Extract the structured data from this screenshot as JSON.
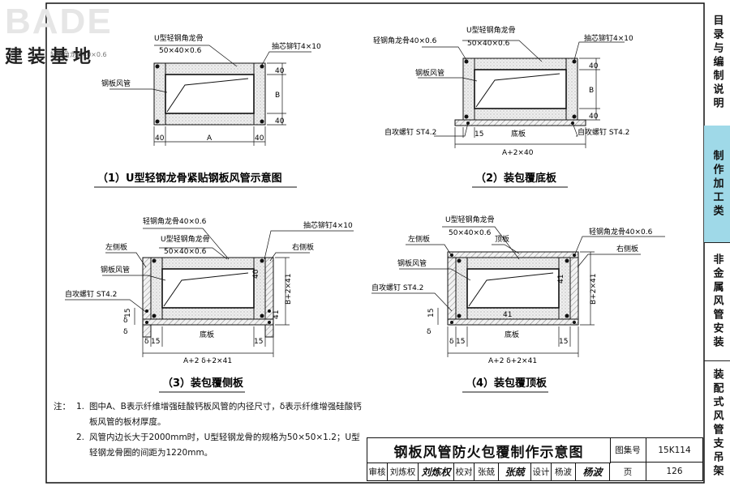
{
  "logo": {
    "text": "BADE",
    "subtitle": "建装基地"
  },
  "sidebar": [
    {
      "label": "目录与编制说明",
      "active": false
    },
    {
      "label": "制作加工类",
      "active": true
    },
    {
      "label": "非金属风管安装",
      "active": false
    },
    {
      "label": "装配式风管支吊架",
      "active": false
    }
  ],
  "figures": {
    "fig1": {
      "caption": "（1）U型轻钢龙骨紧贴钢板风管示意图",
      "labels": {
        "u_keel": "U型轻钢角龙骨",
        "u_keel_size": "50×40×0.6",
        "rivet": "抽芯铆钉4×10",
        "keel_small": "轻钢角龙骨40×0.6",
        "steel_duct": "钢板风管"
      },
      "dims": {
        "d40": "40",
        "dA": "A",
        "dB": "B"
      }
    },
    "fig2": {
      "caption": "（2）装包覆底板",
      "labels": {
        "keel_small": "轻钢角龙骨40×0.6",
        "u_keel": "U型轻钢角龙骨",
        "u_keel_size": "50×40×0.6",
        "rivet": "抽芯铆钉4×10",
        "steel_duct": "钢板风管",
        "screw": "自攻螺钉 ST4.2",
        "bottom": "底板"
      },
      "dims": {
        "d40": "40",
        "d15": "15",
        "dB": "B",
        "dA40": "A+2×40"
      }
    },
    "fig3": {
      "caption": "（3）装包覆侧板",
      "labels": {
        "keel_small": "轻钢角龙骨40×0.6",
        "u_keel": "U型轻钢角龙骨",
        "u_keel_size": "50×40×0.6",
        "rivet": "抽芯铆钉4×10",
        "left_side": "左侧板",
        "right_side": "右侧板",
        "steel_duct": "钢板风管",
        "screw": "自攻螺钉 ST4.2",
        "bottom": "底板"
      },
      "dims": {
        "d40": "40",
        "d15": "15",
        "d41": "41",
        "delta": "δ",
        "dB41": "B+2×41",
        "dAd": "A+2 δ+2×41"
      }
    },
    "fig4": {
      "caption": "（4）装包覆顶板",
      "labels": {
        "u_keel": "U型轻钢角龙骨",
        "u_keel_size": "50×40×0.6",
        "keel_small": "轻钢角龙骨40×0.6",
        "left_side": "左侧板",
        "top": "顶板",
        "right_side": "右侧板",
        "steel_duct": "钢板风管",
        "screw": "自攻螺钉 ST4.2",
        "bottom": "底板"
      },
      "dims": {
        "d41": "41",
        "d15": "15",
        "delta": "δ",
        "dB41": "B+2×41",
        "dAd": "A+2 δ+2×41"
      }
    }
  },
  "notes": {
    "prefix": "注：",
    "items": [
      {
        "num": "1.",
        "text": "图中A、B表示纤维增强硅酸钙板风管的内径尺寸，δ表示纤维增强硅酸钙板风管的板材厚度。"
      },
      {
        "num": "2.",
        "text": "风管内边长大于2000mm时，U型轻钢龙骨的规格为50×50×1.2；U型轻钢龙骨圈的间距为1220mm。"
      }
    ]
  },
  "title_block": {
    "title": "钢板风管防火包覆制作示意图",
    "atlas_label": "图集号",
    "atlas_no": "15K114",
    "review_label": "审核",
    "reviewer": "刘炼权",
    "reviewer_sign": "刘炼权",
    "check_label": "校对",
    "checker": "张兢",
    "checker_sign": "张兢",
    "design_label": "设计",
    "designer": "杨波",
    "designer_sign": "杨波",
    "page_label": "页",
    "page_no": "126"
  },
  "colors": {
    "line": "#111111",
    "hatch": "#555555",
    "sidebar_active": "#9fd9e8"
  }
}
